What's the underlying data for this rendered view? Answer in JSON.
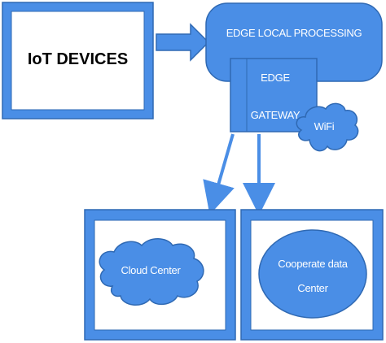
{
  "diagram": {
    "iot_devices": "IoT DEVICES",
    "edge_local_processing": "EDGE LOCAL PROCESSING",
    "edge_gateway_line1": "EDGE",
    "edge_gateway_line2": "GATEWAY",
    "wifi": "WiFi",
    "cloud_center": "Cloud Center",
    "cooperate_line1": "Cooperate data",
    "cooperate_line2": "Center"
  },
  "colors": {
    "node_fill": "#4a8ee6",
    "node_stroke": "#2f69b3",
    "inner_fill": "#ffffff",
    "label_dark": "#000000",
    "label_light": "#ffffff"
  }
}
